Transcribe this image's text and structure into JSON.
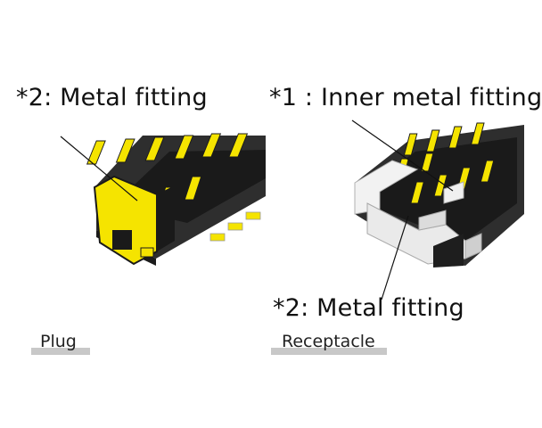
{
  "labels": {
    "plug_metal_fitting": "*2:  Metal fitting",
    "inner_metal_fitting": "*1 : Inner metal fitting",
    "receptacle_metal_fitting": "*2:  Metal fitting"
  },
  "captions": {
    "plug": "Plug",
    "receptacle": "Receptacle"
  },
  "colors": {
    "body": "#2b2b2b",
    "contact_yellow": "#f5e400",
    "metal_white": "#eeeeee",
    "caption_bar": "#c8c8c8"
  }
}
